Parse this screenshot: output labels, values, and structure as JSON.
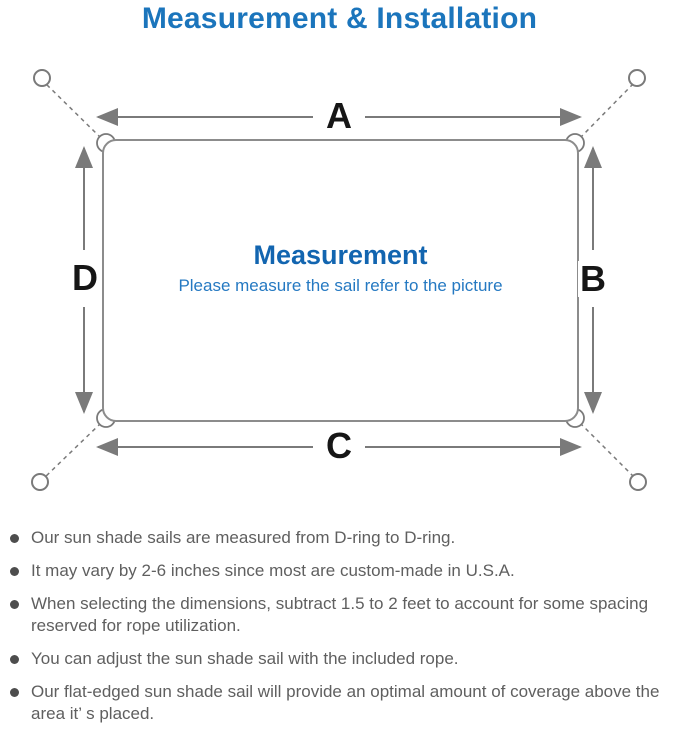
{
  "page": {
    "title": "Measurement & Installation"
  },
  "diagram": {
    "labels": {
      "top": "A",
      "right": "B",
      "bottom": "C",
      "left": "D"
    },
    "center": {
      "heading": "Measurement",
      "subheading": "Please measure the sail refer to the picture"
    },
    "colors": {
      "title_blue": "#1b75bc",
      "heading_blue": "#1265b0",
      "subheading_blue": "#2579c2",
      "line_gray": "#7a7a7a",
      "outline_gray": "#8c8c8c",
      "label_black": "#161616",
      "note_text_gray": "#5f5f5f"
    }
  },
  "notes": {
    "items": [
      "Our sun shade sails are measured from D-ring to D-ring.",
      "It may vary by 2-6 inches since most are custom-made in U.S.A.",
      "When selecting the dimensions, subtract 1.5 to 2 feet to account for some spacing reserved for rope utilization.",
      "You can adjust the sun shade sail with the included rope.",
      "Our flat-edged sun shade sail will provide an optimal amount of coverage above the area it’ s placed."
    ]
  }
}
